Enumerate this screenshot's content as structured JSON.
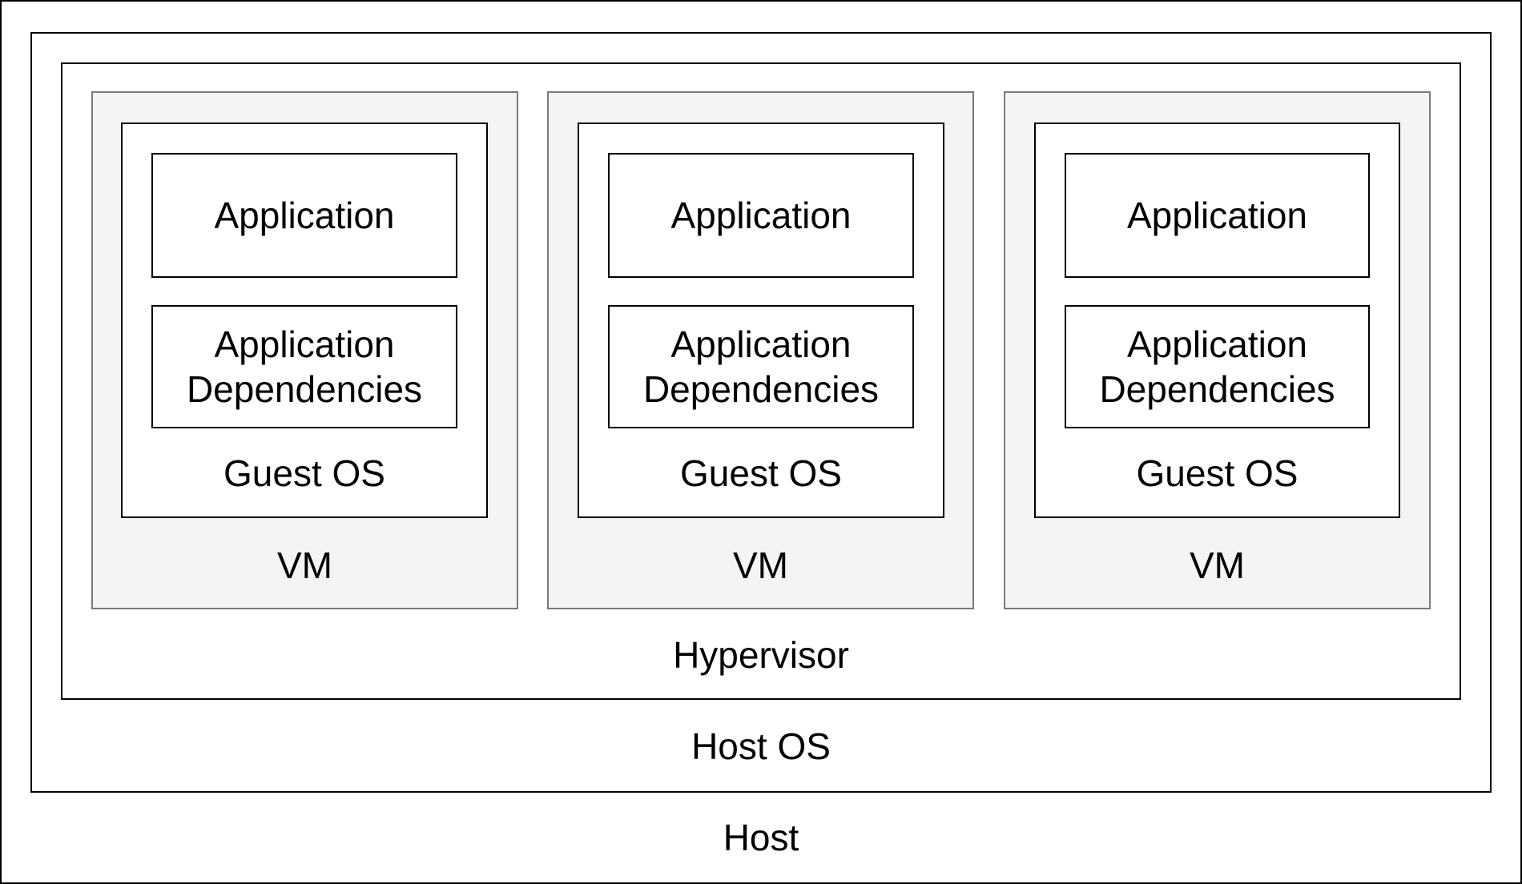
{
  "host": {
    "label": "Host"
  },
  "host_os": {
    "label": "Host OS"
  },
  "hypervisor": {
    "label": "Hypervisor"
  },
  "vms": [
    {
      "label": "VM",
      "guest_os": "Guest OS",
      "application": "Application",
      "dependencies_line1": "Application",
      "dependencies_line2": "Dependencies"
    },
    {
      "label": "VM",
      "guest_os": "Guest OS",
      "application": "Application",
      "dependencies_line1": "Application",
      "dependencies_line2": "Dependencies"
    },
    {
      "label": "VM",
      "guest_os": "Guest OS",
      "application": "Application",
      "dependencies_line1": "Application",
      "dependencies_line2": "Dependencies"
    }
  ]
}
